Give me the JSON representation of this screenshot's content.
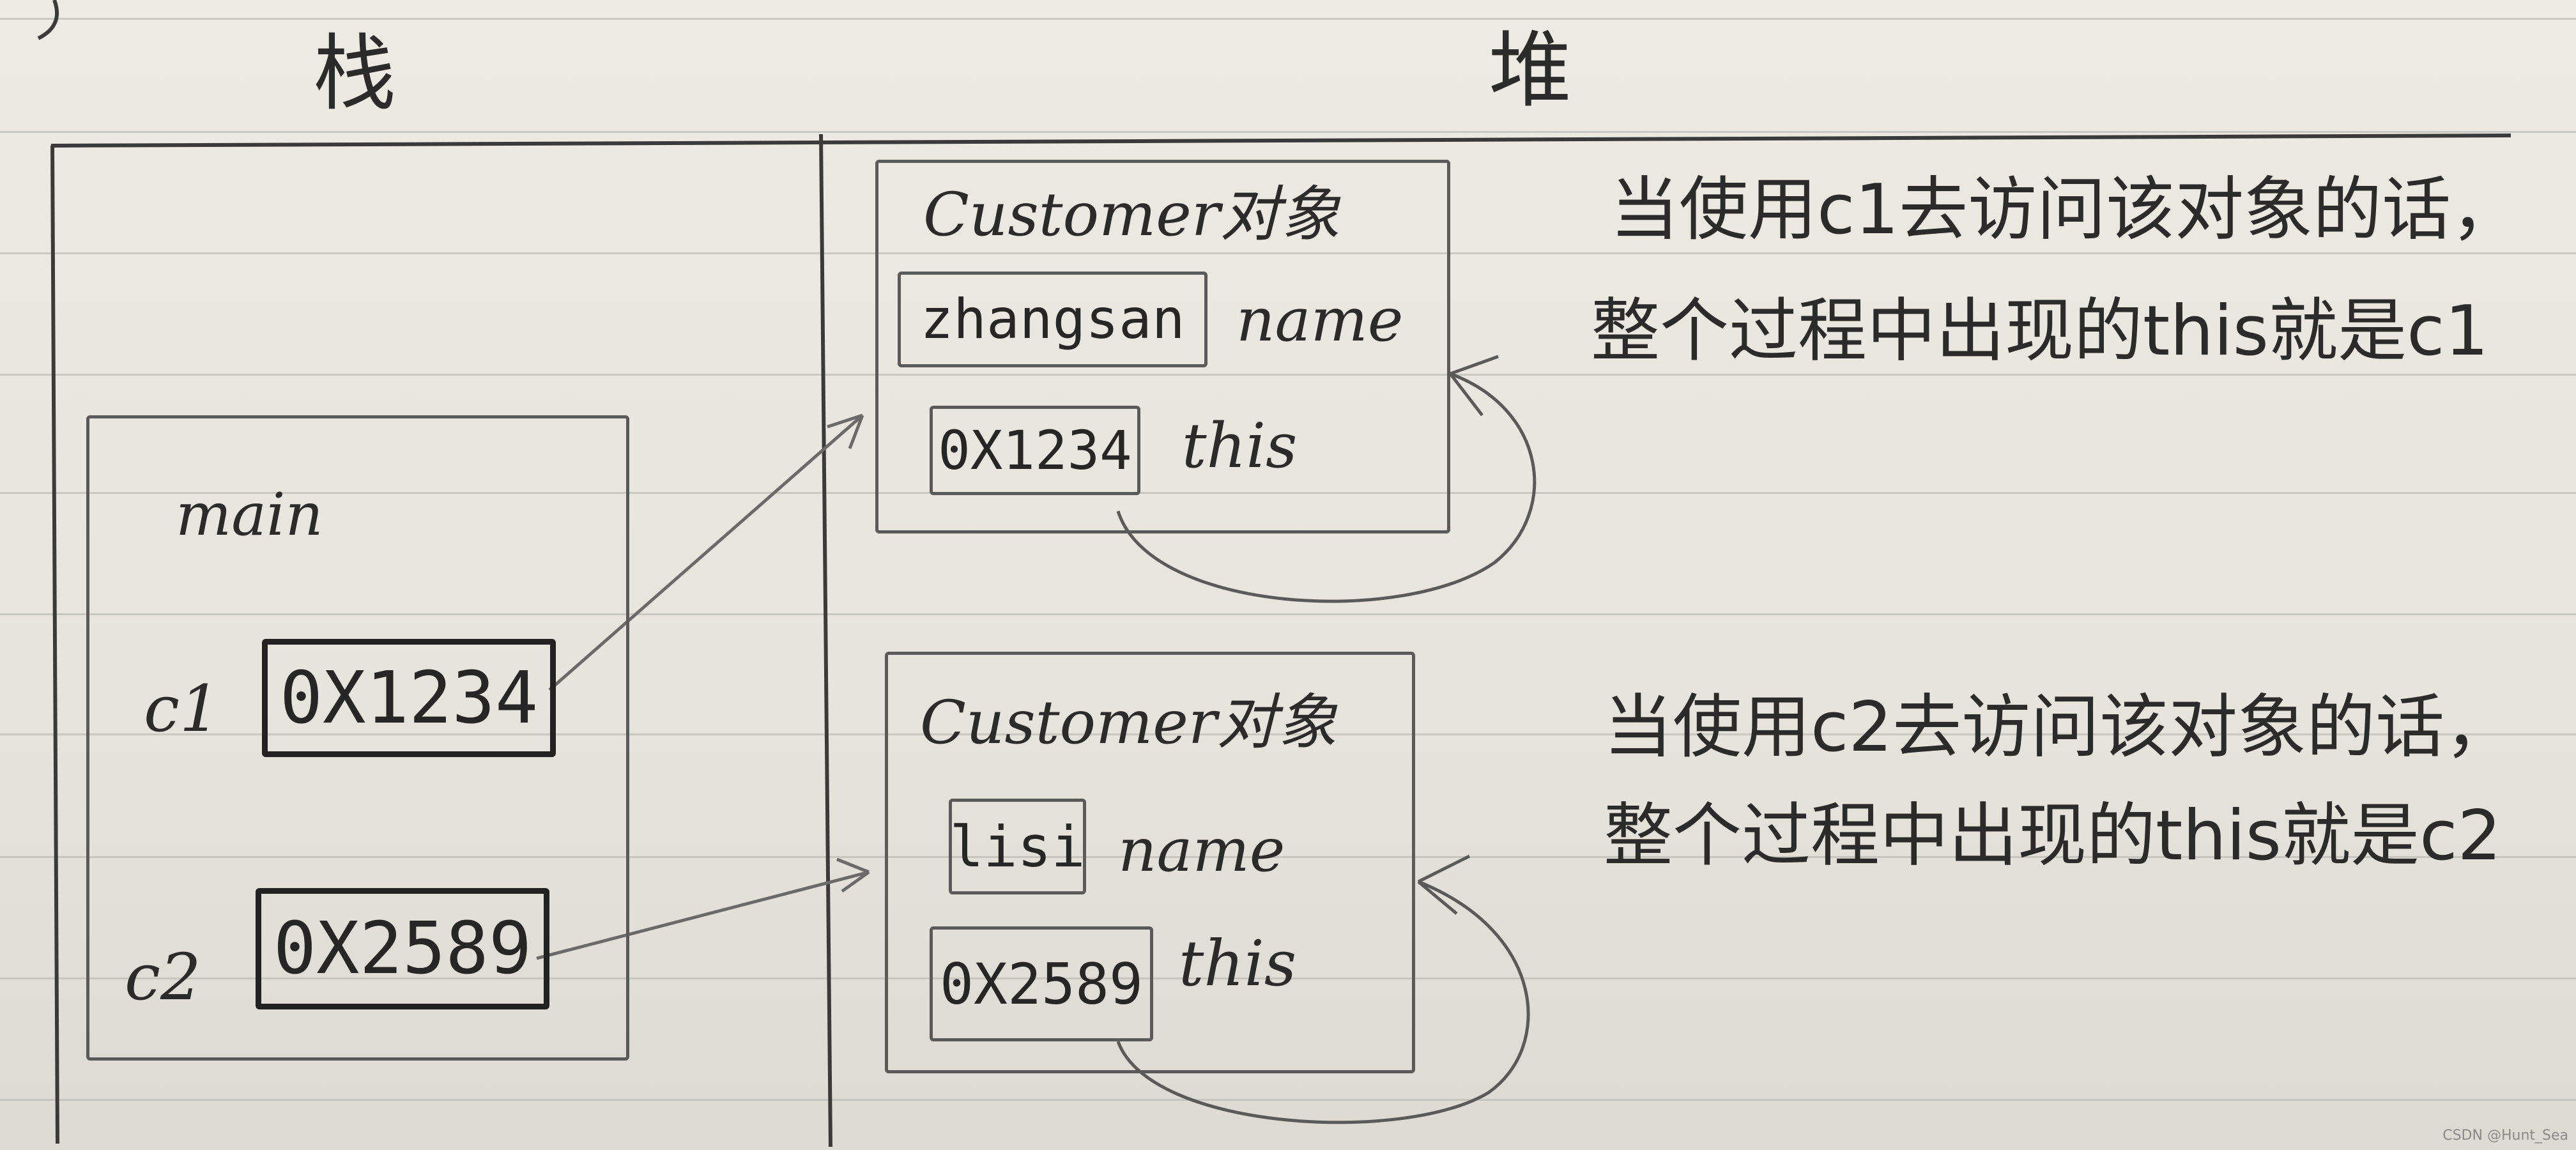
{
  "headers": {
    "stack": "栈",
    "heap": "堆"
  },
  "stack_frame": {
    "label": "main",
    "vars": [
      {
        "name": "c1",
        "value": "0X1234"
      },
      {
        "name": "c2",
        "value": "0X2589"
      }
    ]
  },
  "heap_objects": [
    {
      "title": "Customer对象",
      "name_value": "zhangsan",
      "name_label": "name",
      "this_value": "0X1234",
      "this_label": "this",
      "note_line1": "当使用c1去访问该对象的话，",
      "note_line2": "整个过程中出现的this就是c1"
    },
    {
      "title": "Customer对象",
      "name_value": "lisi",
      "name_label": "name",
      "this_value": "0X2589",
      "this_label": "this",
      "note_line1": "当使用c2去访问该对象的话，",
      "note_line2": "整个过程中出现的this就是c2"
    }
  ],
  "watermark": "CSDN @Hunt_Sea",
  "colors": {
    "ink": "#2b2b2b",
    "rule": "#b9b8b2",
    "paper": "#e9e7e0"
  }
}
